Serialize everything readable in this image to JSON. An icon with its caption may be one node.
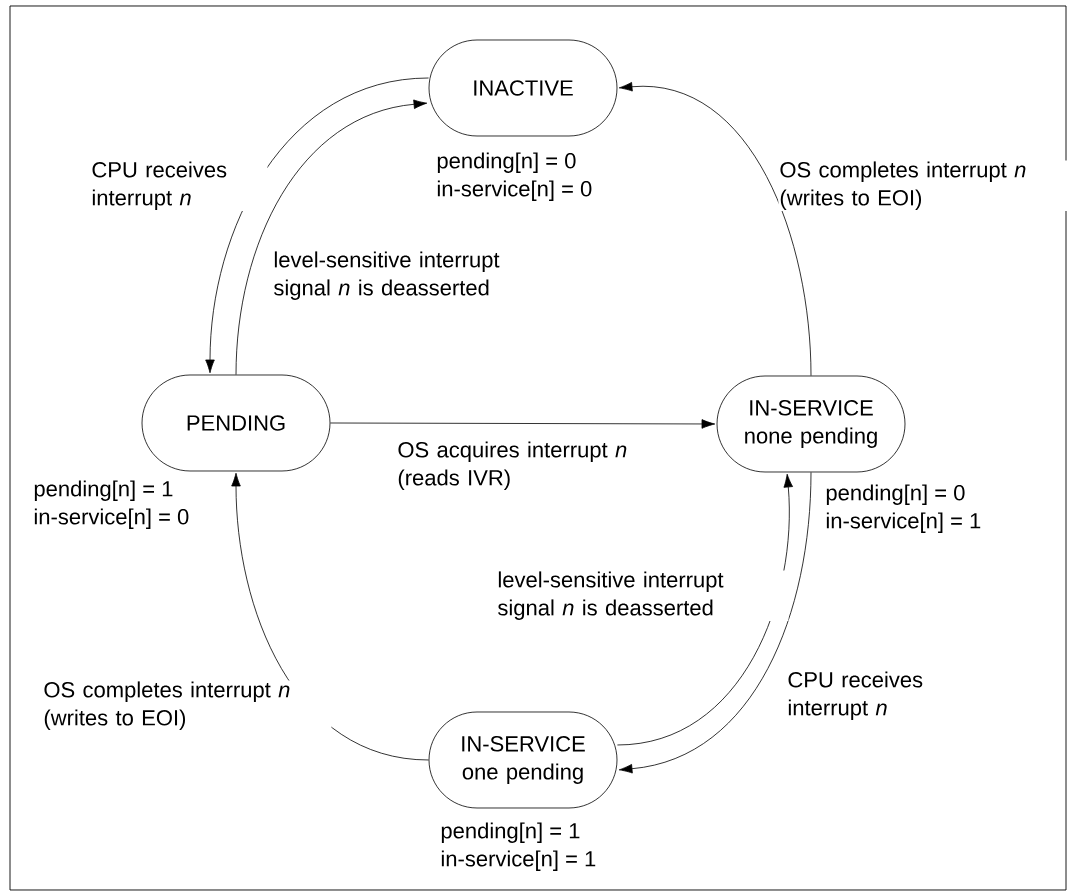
{
  "diagram": {
    "nodes": [
      {
        "text": [
          "INACTIVE"
        ],
        "beside": [
          "pending[n] = 0",
          "in-service[n] = 0"
        ]
      },
      {
        "text": [
          "PENDING"
        ],
        "beside": [
          "pending[n] = 1",
          "in-service[n] = 0"
        ]
      },
      {
        "text": [
          "IN-SERVICE none pending"
        ],
        "beside": [
          "pending[n] = 0",
          "in-service[n] = 1"
        ]
      },
      {
        "text": [
          "IN-SERVICE one pending"
        ],
        "beside": [
          "pending[n] = 1",
          "in-service[n] = 1"
        ]
      }
    ],
    "edges": [
      {
        "from": 0,
        "to": 1,
        "arrow": "to",
        "label": "CPU receives interrupt *n*"
      },
      {
        "from": 1,
        "to": 0,
        "arrow": "to",
        "label": "level-sensitive interrupt signal *n* is deasserted"
      },
      {
        "from": 2,
        "to": 0,
        "arrow": "to",
        "label": "OS completes interrupt *n* (writes to EOI)"
      },
      {
        "from": 1,
        "to": 2,
        "arrow": "to",
        "label": "OS acquires interrupt *n* (reads IVR)"
      },
      {
        "from": 3,
        "to": 2,
        "arrow": "to",
        "label": "level-sensitive interrupt signal *n* is deasserted"
      },
      {
        "from": 2,
        "to": 3,
        "arrow": "to",
        "label": "CPU receives interrupt *n*"
      },
      {
        "from": 3,
        "to": 1,
        "arrow": "to",
        "label": "OS completes interrupt *n* (writes to EOI)"
      }
    ]
  }
}
